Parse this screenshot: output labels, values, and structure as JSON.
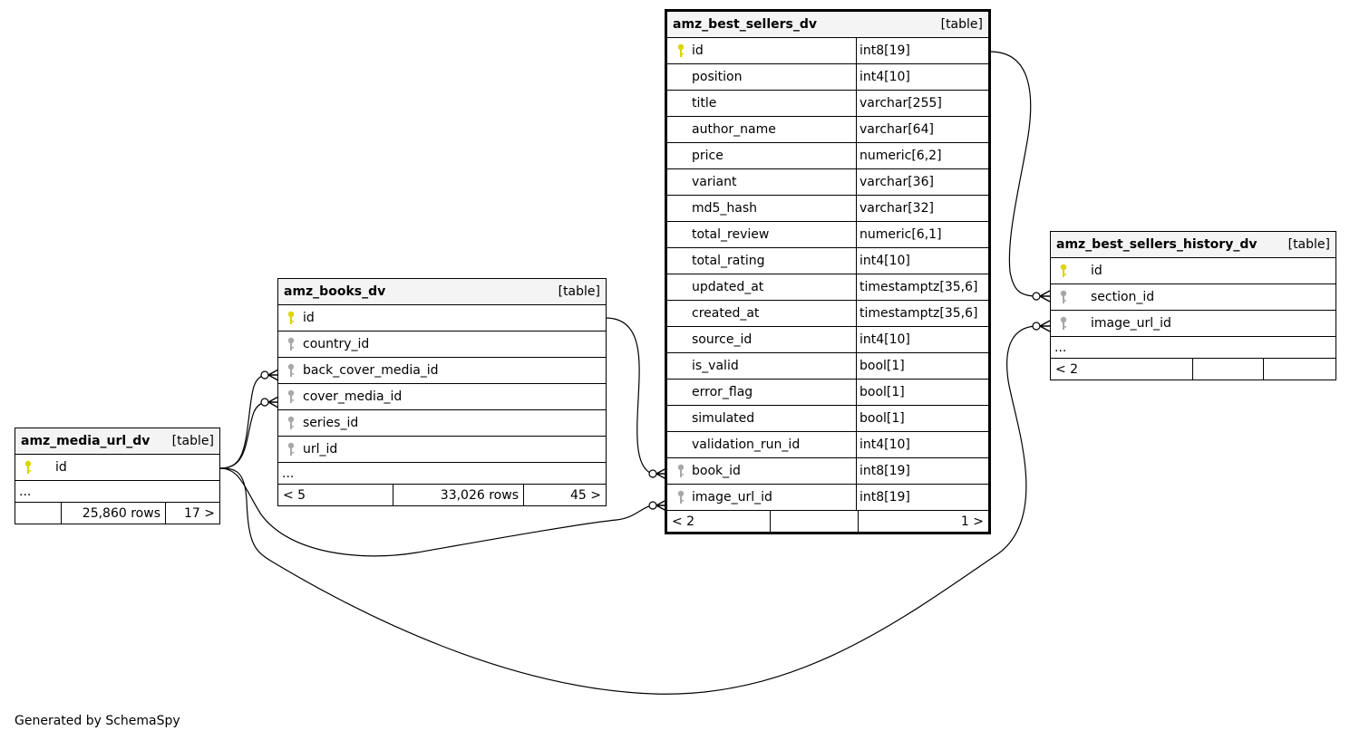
{
  "tables": [
    {
      "key": "media",
      "name": "amz_media_url_dv",
      "kind": "[table]",
      "columns": [
        {
          "name": "id",
          "type": "",
          "key": "pk"
        }
      ],
      "more": "...",
      "footer": [
        "",
        "25,860 rows",
        "17 >"
      ]
    },
    {
      "key": "books",
      "name": "amz_books_dv",
      "kind": "[table]",
      "columns": [
        {
          "name": "id",
          "type": "",
          "key": "pk"
        },
        {
          "name": "country_id",
          "type": "",
          "key": "fk"
        },
        {
          "name": "back_cover_media_id",
          "type": "",
          "key": "fk"
        },
        {
          "name": "cover_media_id",
          "type": "",
          "key": "fk"
        },
        {
          "name": "series_id",
          "type": "",
          "key": "fk"
        },
        {
          "name": "url_id",
          "type": "",
          "key": "fk"
        }
      ],
      "more": "...",
      "footer": [
        "< 5",
        "33,026 rows",
        "45 >"
      ]
    },
    {
      "key": "best",
      "name": "amz_best_sellers_dv",
      "kind": "[table]",
      "focus": true,
      "columns": [
        {
          "name": "id",
          "type": "int8[19]",
          "key": "pk"
        },
        {
          "name": "position",
          "type": "int4[10]",
          "key": ""
        },
        {
          "name": "title",
          "type": "varchar[255]",
          "key": ""
        },
        {
          "name": "author_name",
          "type": "varchar[64]",
          "key": ""
        },
        {
          "name": "price",
          "type": "numeric[6,2]",
          "key": ""
        },
        {
          "name": "variant",
          "type": "varchar[36]",
          "key": ""
        },
        {
          "name": "md5_hash",
          "type": "varchar[32]",
          "key": ""
        },
        {
          "name": "total_review",
          "type": "numeric[6,1]",
          "key": ""
        },
        {
          "name": "total_rating",
          "type": "int4[10]",
          "key": ""
        },
        {
          "name": "updated_at",
          "type": "timestamptz[35,6]",
          "key": ""
        },
        {
          "name": "created_at",
          "type": "timestamptz[35,6]",
          "key": ""
        },
        {
          "name": "source_id",
          "type": "int4[10]",
          "key": ""
        },
        {
          "name": "is_valid",
          "type": "bool[1]",
          "key": ""
        },
        {
          "name": "error_flag",
          "type": "bool[1]",
          "key": ""
        },
        {
          "name": "simulated",
          "type": "bool[1]",
          "key": ""
        },
        {
          "name": "validation_run_id",
          "type": "int4[10]",
          "key": ""
        },
        {
          "name": "book_id",
          "type": "int8[19]",
          "key": "fk"
        },
        {
          "name": "image_url_id",
          "type": "int8[19]",
          "key": "fk"
        }
      ],
      "footer": [
        "< 2",
        "",
        "1 >"
      ]
    },
    {
      "key": "history",
      "name": "amz_best_sellers_history_dv",
      "kind": "[table]",
      "columns": [
        {
          "name": "id",
          "type": "",
          "key": "pk"
        },
        {
          "name": "section_id",
          "type": "",
          "key": "fk"
        },
        {
          "name": "image_url_id",
          "type": "",
          "key": "fk"
        }
      ],
      "more": "...",
      "footer": [
        "< 2",
        "",
        ""
      ]
    }
  ],
  "relationships": [
    {
      "from": "books.back_cover_media_id",
      "to": "media.id"
    },
    {
      "from": "books.cover_media_id",
      "to": "media.id"
    },
    {
      "from": "best.book_id",
      "to": "books.id"
    },
    {
      "from": "best.image_url_id",
      "to": "media.id"
    },
    {
      "from": "history.section_id",
      "to": "best.id"
    },
    {
      "from": "history.image_url_id",
      "to": "media.id"
    }
  ],
  "colors": {
    "primary_key": "#dcd400",
    "foreign_key": "#a8a8a8",
    "header": "#f4f4f4"
  },
  "generated_by": "Generated by SchemaSpy"
}
